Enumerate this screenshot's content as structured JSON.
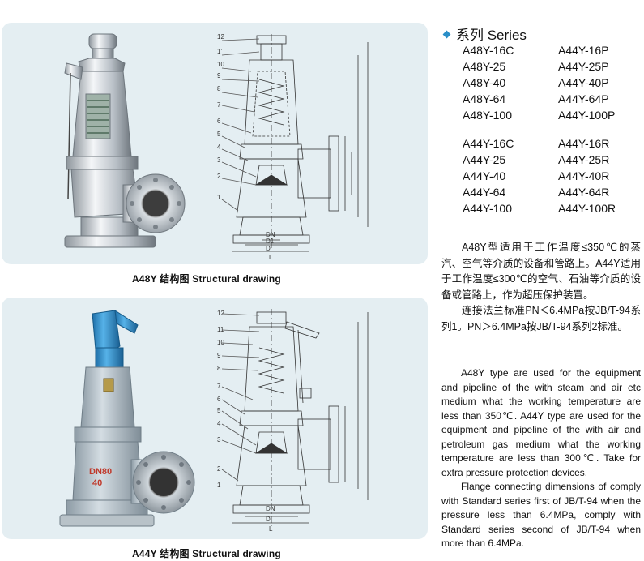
{
  "series": {
    "title": "系列 Series",
    "group1": {
      "col1": [
        "A48Y-16C",
        "A48Y-25",
        "A48Y-40",
        "A48Y-64",
        "A48Y-100"
      ],
      "col2": [
        "A44Y-16P",
        "A44Y-25P",
        "A44Y-40P",
        "A44Y-64P",
        "A44Y-100P"
      ]
    },
    "group2": {
      "col1": [
        "A44Y-16C",
        "A44Y-25",
        "A44Y-40",
        "A44Y-64",
        "A44Y-100"
      ],
      "col2": [
        "A44Y-16R",
        "A44Y-25R",
        "A44Y-40R",
        "A44Y-64R",
        "A44Y-100R"
      ]
    }
  },
  "captions": {
    "a48y": "A48Y 结构图 Structural drawing",
    "a44y": "A44Y 结构图 Structural drawing"
  },
  "description_cn": [
    "A48Y型适用于工作温度≤350℃的蒸汽、空气等介质的设备和管路上。A44Y适用于工作温度≤300℃的空气、石油等介质的设备或管路上，作为超压保护装置。",
    "连接法兰标准PN＜6.4MPa按JB/T-94系列1。PN＞6.4MPa按JB/T-94系列2标准。"
  ],
  "description_en": [
    "A48Y type are used for the equipment and pipeline of the with steam and air etc medium what the working temperature are less than 350℃. A44Y type are used for the equipment and pipeline of the with air and petroleum gas medium what the working temperature are less than 300℃. Take for extra pressure protection devices.",
    "Flange connecting dimensions of comply with Standard series first of JB/T-94 when the pressure less than 6.4MPa, comply with Standard series second of JB/T-94 when more than 6.4MPa."
  ],
  "valve_plate": {
    "line1": "DN80",
    "line2": "40"
  },
  "drawing_labels": {
    "parts": [
      "12",
      "11",
      "10",
      "9",
      "8",
      "7",
      "6",
      "5",
      "4",
      "3",
      "2",
      "1"
    ],
    "dims": [
      "DN",
      "D1",
      "D2",
      "D",
      "L"
    ]
  },
  "colors": {
    "panel_bg": "#e4eef2",
    "accent": "#2a8fc8",
    "valve_steel": "#c9ced4",
    "valve_gray": "#a9b6bf",
    "valve_blue": "#2e8fd0"
  }
}
